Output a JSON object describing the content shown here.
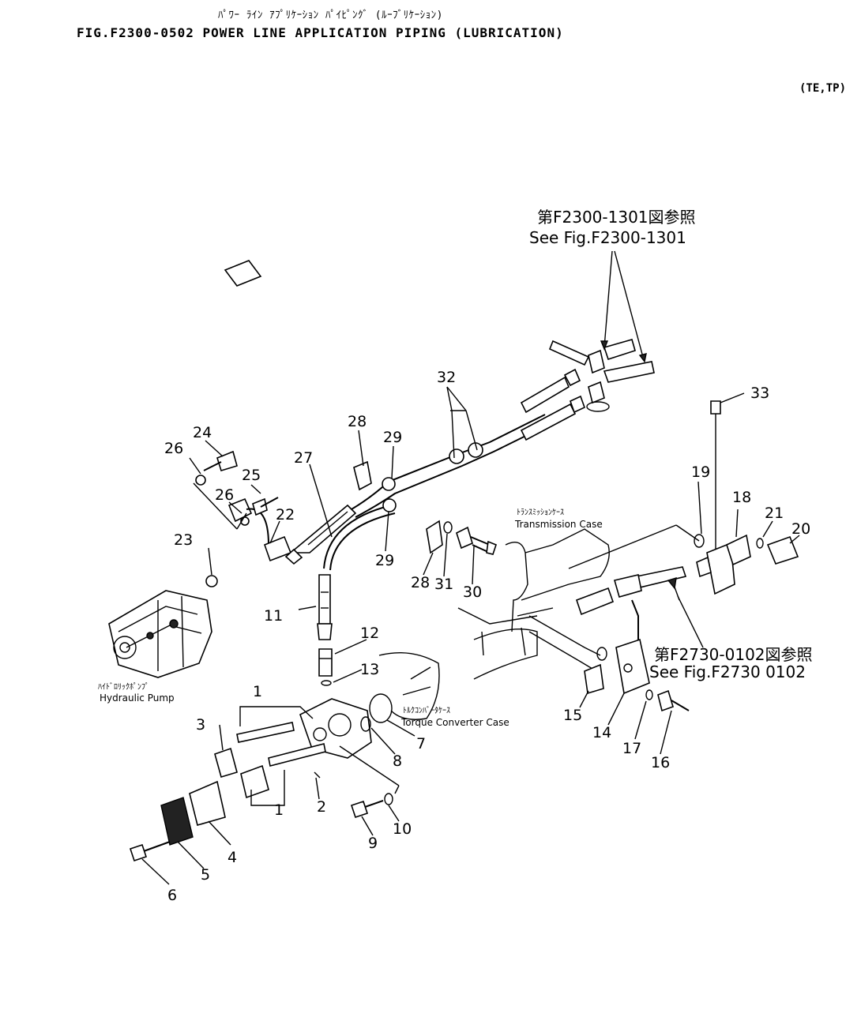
{
  "header": {
    "japanese_title": "ﾊﾟﾜｰ ﾗｲﾝ ｱﾌﾟﾘｹｰｼｮﾝ ﾊﾟｲﾋﾟﾝｸﾞ (ﾙｰﾌﾞﾘｹｰｼｮﾝ)",
    "figure_title": "FIG.F2300-0502  POWER LINE APPLICATION PIPING (LUBRICATION)",
    "model_code": "(TE,TP)"
  },
  "references": [
    {
      "jp": "第F2300-1301図参照",
      "en": "See Fig.F2300-1301"
    },
    {
      "jp": "第F2730-0102図参照",
      "en": "See Fig.F2730 0102"
    }
  ],
  "components": {
    "hydraulic_pump": {
      "jp": "ﾊｲﾄﾞﾛﾘｯｸﾎﾟﾝﾌﾟ",
      "en": "Hydraulic Pump"
    },
    "transmission_case": {
      "jp": "ﾄﾗﾝｽﾐｯｼｮﾝｹｰｽ",
      "en": "Transmission Case"
    },
    "torque_converter_case": {
      "jp": "ﾄﾙｸｺﾝﾊﾞｰﾀｹｰｽ",
      "en": "Torque Converter Case"
    }
  },
  "part_numbers": {
    "p1a": "1",
    "p1b": "1",
    "p2": "2",
    "p3": "3",
    "p4": "4",
    "p5": "5",
    "p6": "6",
    "p7": "7",
    "p8": "8",
    "p9": "9",
    "p10": "10",
    "p11": "11",
    "p12": "12",
    "p13": "13",
    "p14": "14",
    "p15": "15",
    "p16": "16",
    "p17": "17",
    "p18": "18",
    "p19": "19",
    "p20": "20",
    "p21": "21",
    "p22": "22",
    "p23": "23",
    "p24": "24",
    "p25": "25",
    "p26a": "26",
    "p26b": "26",
    "p27": "27",
    "p28a": "28",
    "p28b": "28",
    "p29a": "29",
    "p29b": "29",
    "p30": "30",
    "p31": "31",
    "p32": "32",
    "p33": "33"
  }
}
